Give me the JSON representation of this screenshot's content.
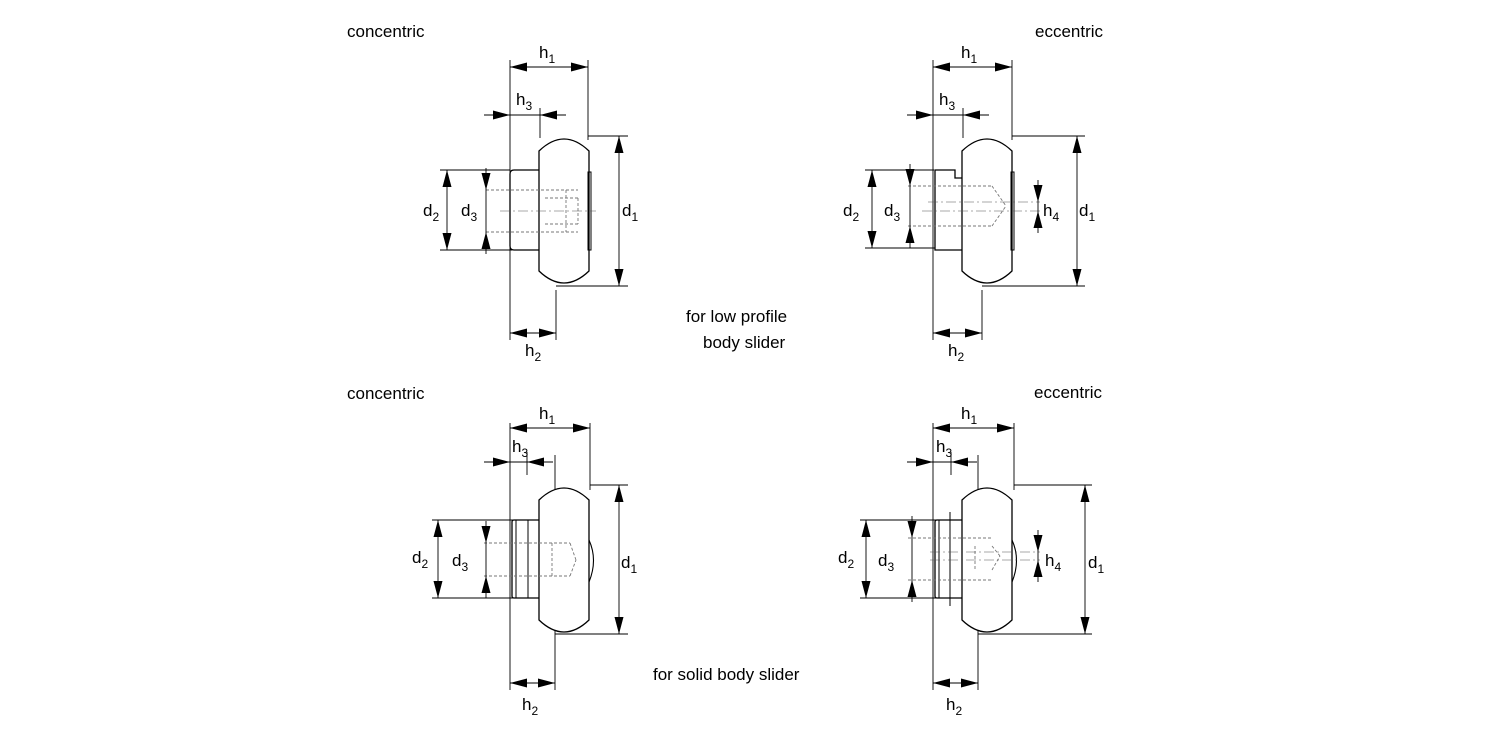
{
  "captions": {
    "top_left": "concentric",
    "top_right": "eccentric",
    "bottom_left": "concentric",
    "bottom_right": "eccentric",
    "middle_line1": "for low profile",
    "middle_line2": "body slider",
    "bottom_middle": "for solid body slider"
  },
  "dimension_labels": {
    "h1": {
      "base": "h",
      "sub": "1"
    },
    "h2": {
      "base": "h",
      "sub": "2"
    },
    "h3": {
      "base": "h",
      "sub": "3"
    },
    "h4": {
      "base": "h",
      "sub": "4"
    },
    "d1": {
      "base": "d",
      "sub": "1"
    },
    "d2": {
      "base": "d",
      "sub": "2"
    },
    "d3": {
      "base": "d",
      "sub": "3"
    }
  },
  "colors": {
    "line": "#000000",
    "hidden_line": "#777777",
    "background": "#ffffff"
  }
}
